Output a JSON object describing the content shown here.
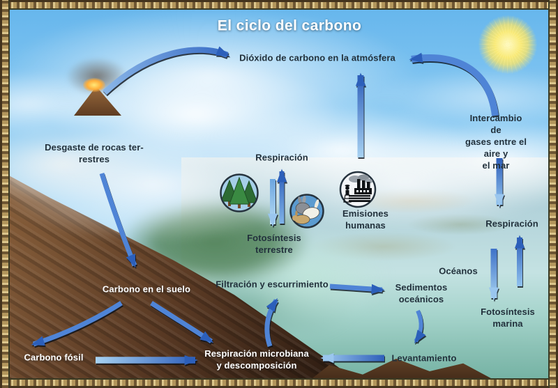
{
  "title": "El ciclo del carbono",
  "labels": {
    "atmosphere": "Dióxido de carbono en la atmósfera",
    "rock_weathering": "Desgaste de rocas ter-\nrestres",
    "land_respiration": "Respiración",
    "terrestrial_photosynthesis": "Fotosíntesis\nterrestre",
    "human_emissions": "Emisiones\nhumanas",
    "air_sea_exchange": "Intercambio de\ngases entre el aire y\nel mar",
    "sea_respiration": "Respiración",
    "oceans": "Océanos",
    "ocean_sediments": "Sedimentos\noceánicos",
    "marine_photosynthesis": "Fotosíntesis\nmarina",
    "soil_carbon": "Carbono en el suelo",
    "filtration": "Filtración y escurrimiento",
    "fossil_carbon": "Carbono fósil",
    "microbial_respiration": "Respiración microbiana\ny descomposición",
    "uplift": "Levantamiento"
  },
  "icons": {
    "sun": "sun-icon",
    "volcano": "volcano-icon",
    "trees": "trees-icon",
    "rabbits": "rabbits-icon",
    "factory": "factory-icon"
  },
  "colors": {
    "arrow_dark_blue": "#2e5fba",
    "arrow_mid_blue": "#4f84d6",
    "arrow_light_blue": "#a8d2f2",
    "label_dark": "#22313c",
    "label_light": "#ffffff",
    "frame_gold": "#b3965c",
    "sky_blue": "#7fc4f0",
    "ocean_teal": "#8fc4ba",
    "sun_yellow": "#f8e76b"
  }
}
